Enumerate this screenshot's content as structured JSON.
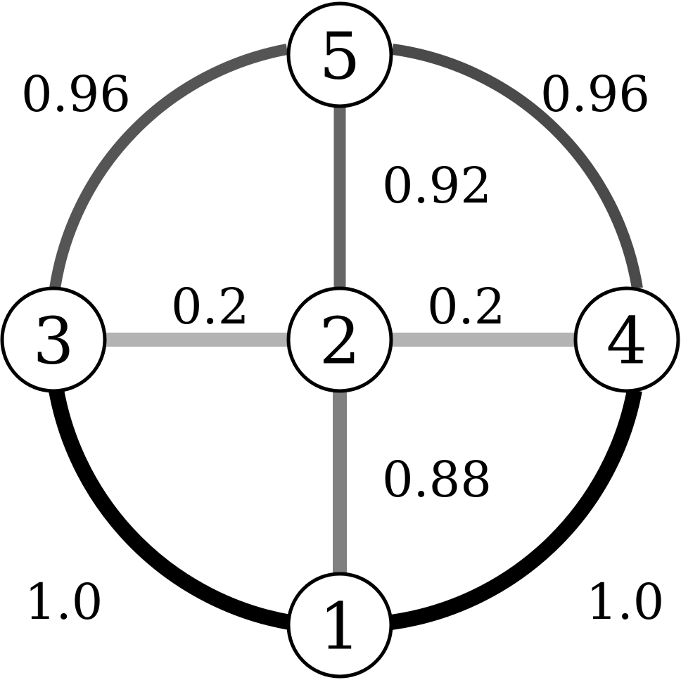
{
  "nodes": [
    {
      "id": "1",
      "label": "1"
    },
    {
      "id": "2",
      "label": "2"
    },
    {
      "id": "3",
      "label": "3"
    },
    {
      "id": "4",
      "label": "4"
    },
    {
      "id": "5",
      "label": "5"
    }
  ],
  "edges": [
    {
      "from": "5",
      "to": "3",
      "shape": "arc",
      "weight": "0.96",
      "color": "#555555"
    },
    {
      "from": "5",
      "to": "4",
      "shape": "arc",
      "weight": "0.96",
      "color": "#4a4a4a"
    },
    {
      "from": "5",
      "to": "2",
      "shape": "line",
      "weight": "0.92",
      "color": "#666666"
    },
    {
      "from": "3",
      "to": "2",
      "shape": "line",
      "weight": "0.2",
      "color": "#b3b3b3"
    },
    {
      "from": "2",
      "to": "4",
      "shape": "line",
      "weight": "0.2",
      "color": "#b3b3b3"
    },
    {
      "from": "2",
      "to": "1",
      "shape": "line",
      "weight": "0.88",
      "color": "#808080"
    },
    {
      "from": "3",
      "to": "1",
      "shape": "arc",
      "weight": "1.0",
      "color": "#000000"
    },
    {
      "from": "4",
      "to": "1",
      "shape": "arc",
      "weight": "1.0",
      "color": "#000000"
    }
  ]
}
